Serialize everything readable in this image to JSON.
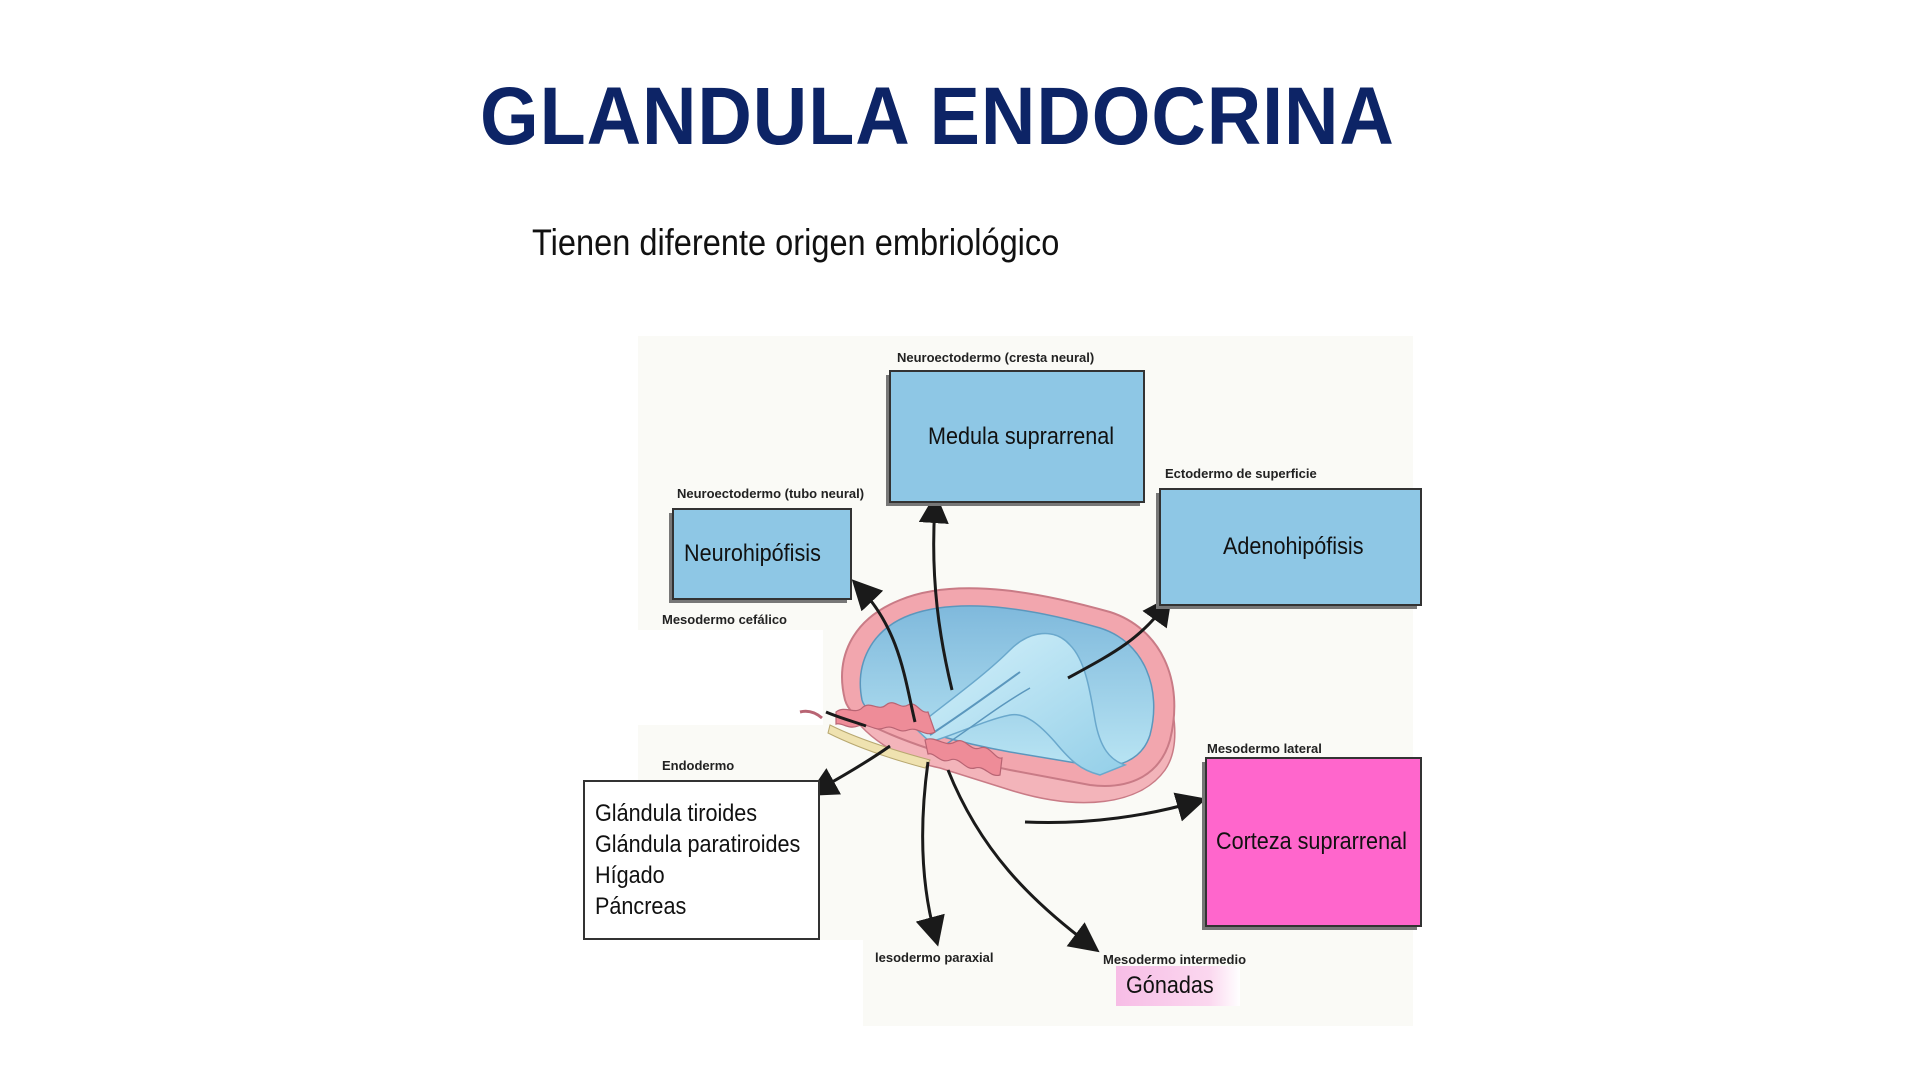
{
  "slide": {
    "title": "GLANDULA ENDOCRINA",
    "subtitle": "Tienen diferente origen embriológico"
  },
  "diagram": {
    "labels": {
      "neuroectodermo_cresta": "Neuroectodermo (cresta neural)",
      "neuroectodermo_tubo": "Neuroectodermo (tubo neural)",
      "ectodermo_superficie": "Ectodermo de superficie",
      "mesodermo_cefalico": "Mesodermo cefálico",
      "endodermo": "Endodermo",
      "mesodermo_lateral": "Mesodermo lateral",
      "mesodermo_paraxial": "lesodermo paraxial",
      "mesodermo_intermedio": "Mesodermo intermedio"
    },
    "boxes": {
      "medula": "Medula suprarrenal",
      "neurohipofisis": "Neurohipófisis",
      "adenohipofisis": "Adenohipófisis",
      "corteza": "Corteza suprarrenal",
      "gonadas": "Gónadas",
      "endodermo_items": [
        "Glándula tiroides",
        "Glándula paratiroides",
        "Hígado",
        "Páncreas"
      ]
    },
    "colors": {
      "title": "#0d2466",
      "blue_box": "#8ec7e5",
      "pink_box": "#ff66cc",
      "gonadas": "#f7bde6",
      "embryo_blue": "#a8dcee",
      "embryo_pink": "#f2a6ae"
    }
  }
}
